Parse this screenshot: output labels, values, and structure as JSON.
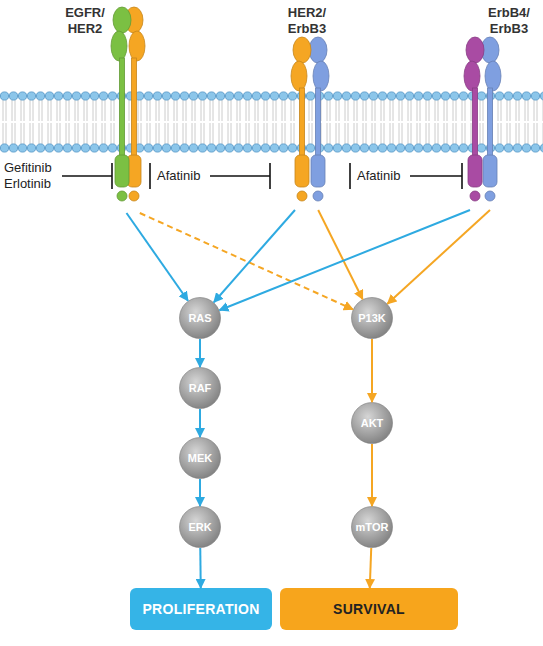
{
  "diagram": {
    "nodes": [
      {
        "text": [
          "EGFR/ HER2"
        ]
      },
      {
        "text": [
          "HER2/ ErbB3"
        ]
      },
      {
        "text": [
          "ErbB4/ ErbB3"
        ]
      },
      {
        "text": [
          "RAS"
        ]
      },
      {
        "text": [
          "P13K"
        ]
      },
      {
        "text": [
          "RAF"
        ]
      },
      {
        "text": [
          "AKT"
        ]
      },
      {
        "text": [
          "MEK"
        ]
      },
      {
        "text": [
          "mTOR"
        ]
      },
      {
        "text": [
          "ERK"
        ]
      },
      {
        "text": [
          "PROLIFERATION"
        ]
      },
      {
        "text": [
          "SURVIVAL"
        ]
      }
    ],
    "edges": [
      {
        "from": 0,
        "to": 3,
        "arrow": "to"
      },
      {
        "from": 0,
        "to": 4,
        "arrow": "to"
      },
      {
        "from": 1,
        "to": 3,
        "arrow": "to"
      },
      {
        "from": 1,
        "to": 4,
        "arrow": "to"
      },
      {
        "from": 2,
        "to": 3,
        "arrow": "to"
      },
      {
        "from": 2,
        "to": 4,
        "arrow": "to"
      },
      {
        "from": 3,
        "to": 5,
        "arrow": "to"
      },
      {
        "from": 5,
        "to": 7,
        "arrow": "to"
      },
      {
        "from": 7,
        "to": 9,
        "arrow": "to"
      },
      {
        "from": 9,
        "to": 10,
        "arrow": "to"
      },
      {
        "from": 4,
        "to": 6,
        "arrow": "to"
      },
      {
        "from": 6,
        "to": 8,
        "arrow": "to"
      },
      {
        "from": 8,
        "to": 11,
        "arrow": "to"
      }
    ],
    "labels": [
      "Gefitinib Erlotinib",
      "Afatinib",
      "Afatinib"
    ]
  }
}
